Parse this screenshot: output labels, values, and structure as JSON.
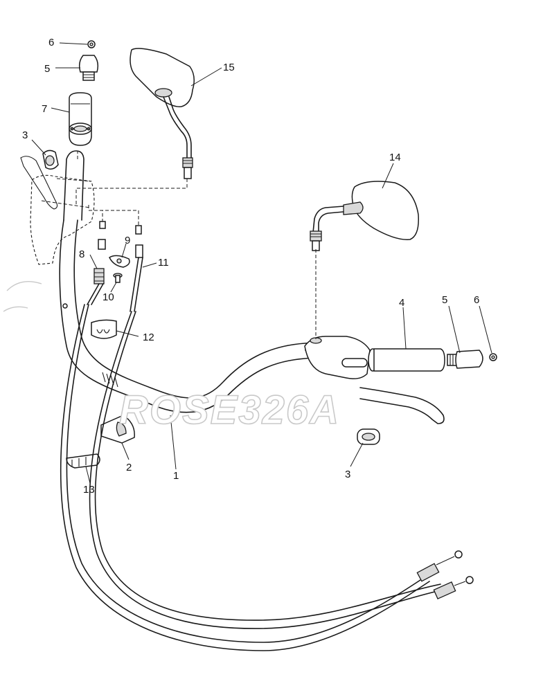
{
  "diagram": {
    "watermark": "ROSE326A",
    "callouts": [
      {
        "id": "c-6-top",
        "label": "6"
      },
      {
        "id": "c-5-top",
        "label": "5"
      },
      {
        "id": "c-7",
        "label": "7"
      },
      {
        "id": "c-3-left",
        "label": "3"
      },
      {
        "id": "c-15",
        "label": "15"
      },
      {
        "id": "c-14",
        "label": "14"
      },
      {
        "id": "c-9",
        "label": "9"
      },
      {
        "id": "c-8",
        "label": "8"
      },
      {
        "id": "c-11",
        "label": "11"
      },
      {
        "id": "c-10",
        "label": "10"
      },
      {
        "id": "c-12",
        "label": "12"
      },
      {
        "id": "c-4",
        "label": "4"
      },
      {
        "id": "c-5-right",
        "label": "5"
      },
      {
        "id": "c-6-right",
        "label": "6"
      },
      {
        "id": "c-2",
        "label": "2"
      },
      {
        "id": "c-1",
        "label": "1"
      },
      {
        "id": "c-3-right",
        "label": "3"
      },
      {
        "id": "c-13",
        "label": "13"
      }
    ]
  }
}
